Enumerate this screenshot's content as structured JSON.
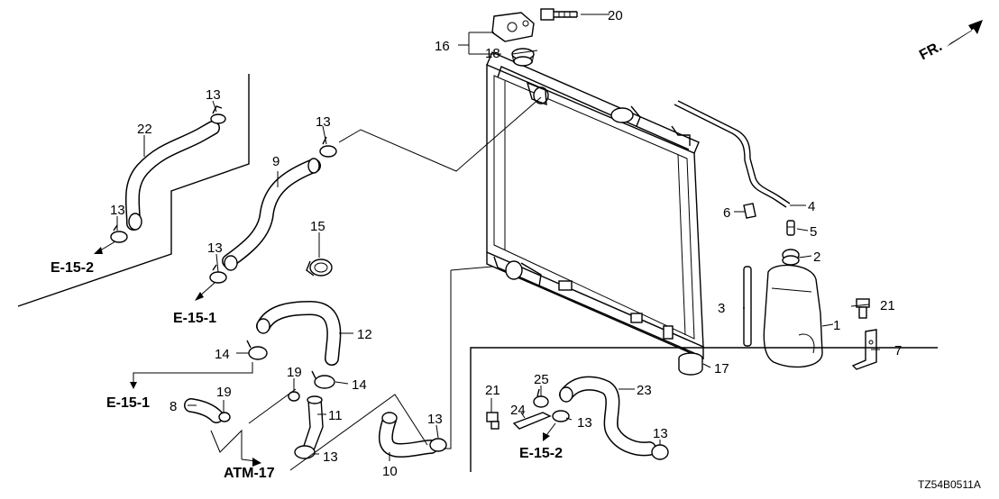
{
  "callouts": {
    "c1": "1",
    "c2": "2",
    "c3": "3",
    "c4": "4",
    "c5": "5",
    "c6": "6",
    "c7": "7",
    "c8": "8",
    "c9": "9",
    "c10": "10",
    "c11": "11",
    "c12": "12",
    "c13_a": "13",
    "c13_b": "13",
    "c13_c": "13",
    "c13_d": "13",
    "c13_e": "13",
    "c13_f": "13",
    "c13_g": "13",
    "c13_h": "13",
    "c14_a": "14",
    "c14_b": "14",
    "c15": "15",
    "c16": "16",
    "c17": "17",
    "c18": "18",
    "c19_a": "19",
    "c19_b": "19",
    "c20": "20",
    "c21_a": "21",
    "c21_b": "21",
    "c22": "22",
    "c23": "23",
    "c24": "24",
    "c25": "25"
  },
  "references": {
    "e152_left": "E-15-2",
    "e151_upper": "E-15-1",
    "e151_lower": "E-15-1",
    "atm17": "ATM-17",
    "e152_right": "E-15-2"
  },
  "front_arrow": "FR.",
  "diagram_code": "TZ54B0511A"
}
